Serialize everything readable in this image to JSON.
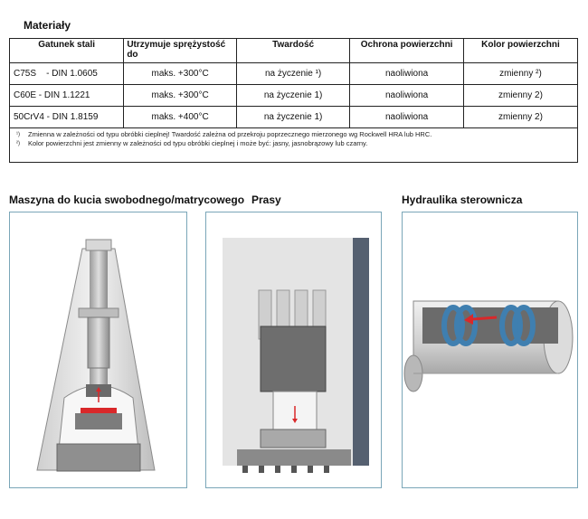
{
  "title": "Materiały",
  "table": {
    "headers": [
      "Gatunek stali",
      "Utrzymuje sprężystość do",
      "Twardość",
      "Ochrona powierzchni",
      "Kolor powierzchni"
    ],
    "rows": [
      [
        "C75S    - DIN 1.0605",
        "maks. +300°C",
        "na życzenie ¹)",
        "naoliwiona",
        "zmienny ²)"
      ],
      [
        "C60E - DIN 1.1221",
        "maks. +300°C",
        "na życzenie 1)",
        "naoliwiona",
        "zmienny 2)"
      ],
      [
        "50CrV4 - DIN 1.8159",
        "maks. +400°C",
        "na życzenie 1)",
        "naoliwiona",
        "zmienny 2)"
      ]
    ],
    "footnotes": [
      {
        "marker": "¹)",
        "text": "Zmienna w zależności od typu obróbki cieplnej! Twardość zależna od przekroju poprzecznego mierzonego wg Rockwell HRA lub HRC."
      },
      {
        "marker": "²)",
        "text": "Kolor powierzchni jest zmienny w zależności od typu obróbki cieplnej i może być: jasny, jasnobrązowy lub czarny."
      }
    ]
  },
  "panels": [
    {
      "title": "Maszyna do kucia swobodnego/matrycowego",
      "icon": "forging-machine-illustration"
    },
    {
      "title": "Prasy",
      "icon": "press-illustration"
    },
    {
      "title": "Hydraulika sterownicza",
      "icon": "hydraulic-cylinder-illustration"
    }
  ],
  "colors": {
    "accent_red": "#d9282a",
    "panel_border": "#7aa6b8",
    "coil_blue": "#3f7fb0"
  }
}
